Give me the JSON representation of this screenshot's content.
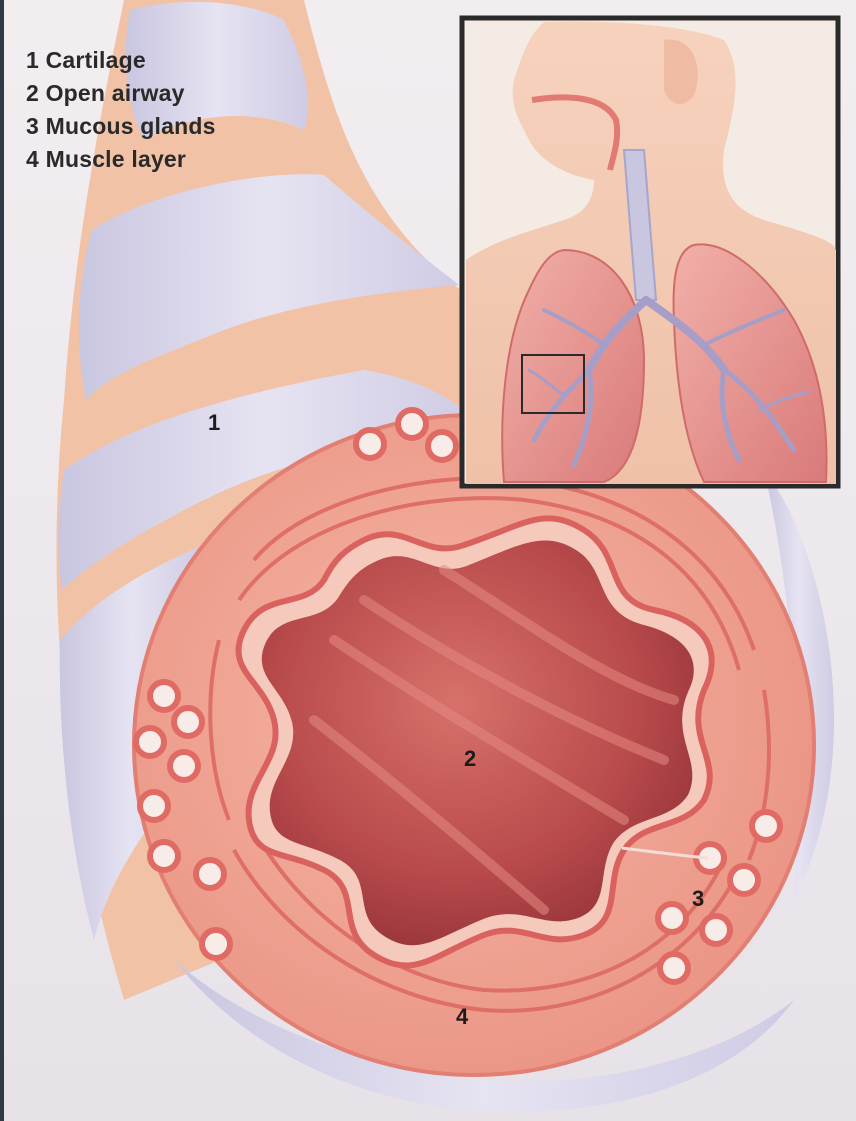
{
  "legend": {
    "items": [
      {
        "number": "1",
        "label": "Cartilage"
      },
      {
        "number": "2",
        "label": "Open airway"
      },
      {
        "number": "3",
        "label": "Mucous glands"
      },
      {
        "number": "4",
        "label": "Muscle layer"
      }
    ]
  },
  "callouts": {
    "cartilage": "1",
    "open_airway": "2",
    "mucous_glands": "3",
    "muscle_layer": "4"
  },
  "colors": {
    "background": "#eee9ec",
    "cartilage": "#d9d6ea",
    "tissue": "#f1a998",
    "airway_wall": "#e4776f",
    "lumen": "#b9474a",
    "inset_border": "#2a2a2a",
    "frame": "#2f3a44"
  }
}
